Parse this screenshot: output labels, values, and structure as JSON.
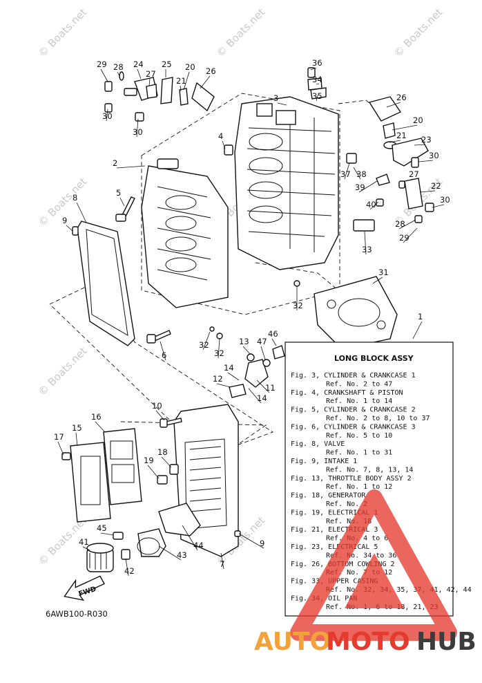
{
  "diagram_code": "6AWB100-R030",
  "fwd_label": "FWD",
  "watermark": "© Boats.net",
  "brand": {
    "auto": "AUTO",
    "moto": "MOTO",
    "hub": "HUB"
  },
  "colors": {
    "accent_red": "#e53a2e",
    "accent_orange": "#f2a23a",
    "hub_gray": "#3c3c3c",
    "line": "#111111"
  },
  "callouts": [
    "29",
    "28",
    "24",
    "27",
    "25",
    "20",
    "21",
    "26",
    "30",
    "30",
    "36",
    "34",
    "35",
    "3",
    "26",
    "20",
    "21",
    "23",
    "30",
    "2",
    "4",
    "37",
    "38",
    "27",
    "39",
    "22",
    "5",
    "40",
    "30",
    "8",
    "9",
    "28",
    "29",
    "33",
    "31",
    "32",
    "1",
    "32",
    "32",
    "6",
    "13",
    "47",
    "46",
    "14",
    "12",
    "11",
    "14",
    "10",
    "16",
    "15",
    "17",
    "18",
    "19",
    "45",
    "41",
    "44",
    "43",
    "42",
    "7",
    "9"
  ],
  "long_block": {
    "title": "LONG BLOCK ASSY",
    "lines": [
      "Fig. 3, CYLINDER & CRANKCASE 1",
      "Ref. No. 2 to 47",
      "Fig. 4, CRANKSHAFT & PISTON",
      "Ref. No. 1 to 14",
      "Fig. 5, CYLINDER & CRANKCASE 2",
      "Ref. No. 2 to 8, 10 to 37",
      "Fig. 6, CYLINDER & CRANKCASE 3",
      "Ref. No. 5 to 10",
      "Fig. 8, VALVE",
      "Ref. No. 1 to 31",
      "Fig. 9, INTAKE 1",
      "Ref. No. 7, 8, 13, 14",
      "Fig. 13, THROTTLE BODY ASSY 2",
      "Ref. No. 1 to 12",
      "Fig. 18, GENERATOR",
      "Ref. No. 2",
      "Fig. 19, ELECTRICAL 1",
      "Ref. No. 18",
      "Fig. 21, ELECTRICAL 3",
      "Ref. No. 4 to 6",
      "Fig. 23, ELECTRICAL 5",
      "Ref. No. 34 to 36",
      "Fig. 26, BOTTOM COWLING 2",
      "Ref. No. 7 to 12",
      "Fig. 33, UPPER CASING",
      "Ref. No. 32, 34, 35, 37, 41, 42, 44",
      "Fig. 34, OIL PAN",
      "Ref. No. 1, 6 to 18, 21, 23"
    ]
  }
}
